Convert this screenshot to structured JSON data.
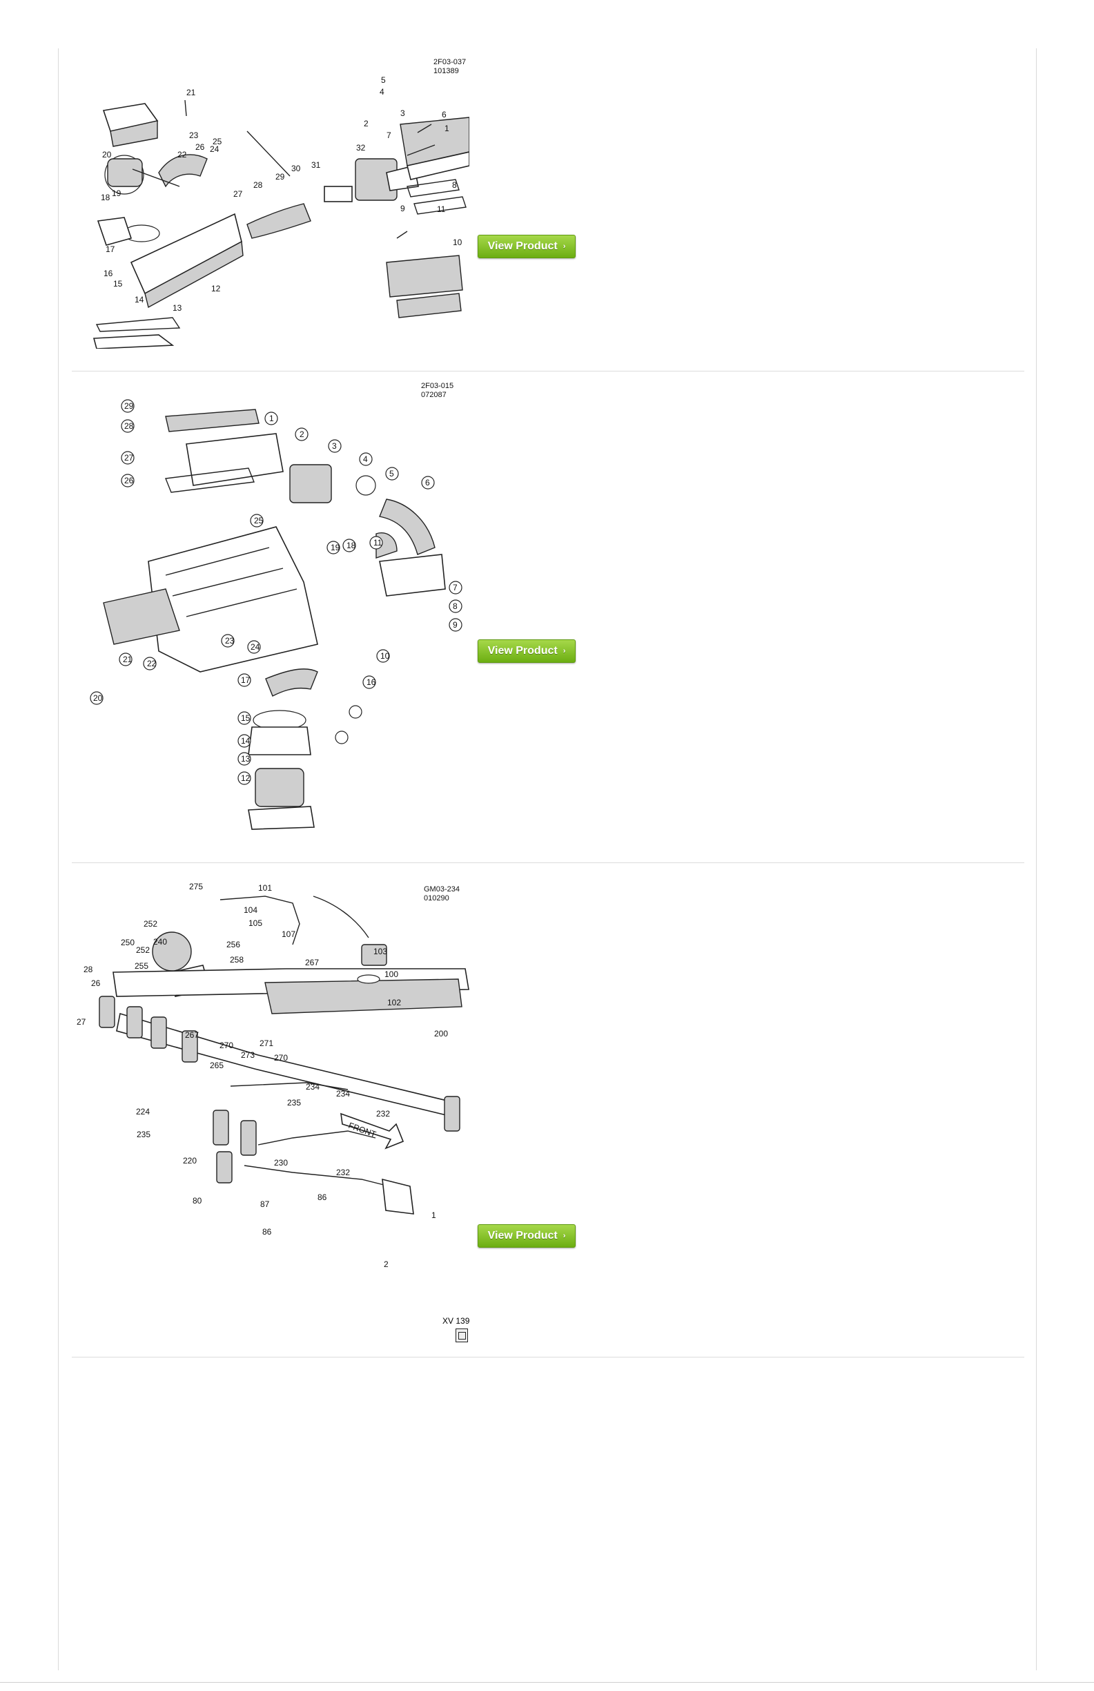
{
  "rows": [
    {
      "diagram_code": "2F03-037\n101389",
      "button_label": "View Product",
      "button_arrow": "›",
      "callouts": [
        "21",
        "23",
        "20",
        "22",
        "26",
        "24",
        "25",
        "19",
        "18",
        "17",
        "16",
        "15",
        "14",
        "13",
        "12",
        "27",
        "28",
        "29",
        "30",
        "31",
        "32",
        "2",
        "4",
        "5",
        "3",
        "6",
        "1",
        "7",
        "8",
        "11",
        "9",
        "10"
      ]
    },
    {
      "diagram_code": "2F03-015\n072087",
      "button_label": "View Product",
      "button_arrow": "›",
      "callouts": [
        "29",
        "28",
        "27",
        "26",
        "1",
        "2",
        "3",
        "4",
        "5",
        "6",
        "25",
        "19",
        "18",
        "11",
        "7",
        "8",
        "9",
        "10",
        "24",
        "23",
        "22",
        "21",
        "20",
        "17",
        "16",
        "15",
        "14",
        "13",
        "12"
      ]
    },
    {
      "diagram_code": "GM03-234\n010290",
      "button_label": "View Product",
      "button_arrow": "›",
      "callouts": [
        "275",
        "101",
        "104",
        "105",
        "107",
        "252",
        "240",
        "250",
        "252",
        "256",
        "255",
        "258",
        "267",
        "28",
        "26",
        "27",
        "103",
        "100",
        "102",
        "270",
        "273",
        "271",
        "270",
        "267",
        "265",
        "224",
        "235",
        "220",
        "200",
        "234",
        "235",
        "234",
        "232",
        "230",
        "232",
        "86",
        "80",
        "87",
        "86",
        "1",
        "2"
      ],
      "footer_code": "XV  139"
    }
  ]
}
